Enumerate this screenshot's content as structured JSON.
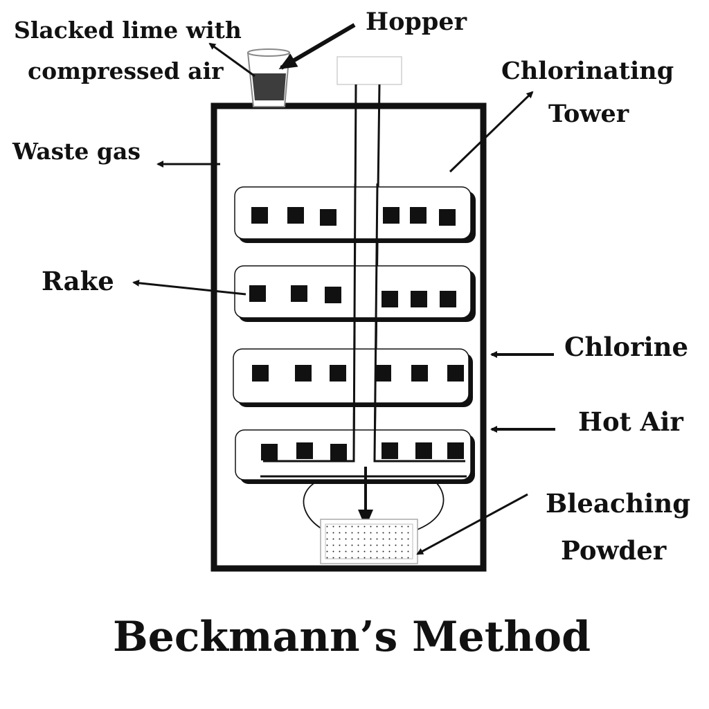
{
  "title": "Beckmann’s Method",
  "labels": {
    "slaked_lime_line1": "Slacked lime with",
    "slaked_lime_line2": "compressed air",
    "hopper": "Hopper",
    "tower_line1": "Chlorinating",
    "tower_line2": "Tower",
    "waste_gas": "Waste gas",
    "rake": "Rake",
    "chlorine": "Chlorine",
    "hot_air": "Hot Air",
    "bleaching_line1": "Bleaching",
    "bleaching_line2": "Powder"
  },
  "colors": {
    "ink": "#111111",
    "liquid": "#3d3d3d",
    "background": "#ffffff"
  }
}
